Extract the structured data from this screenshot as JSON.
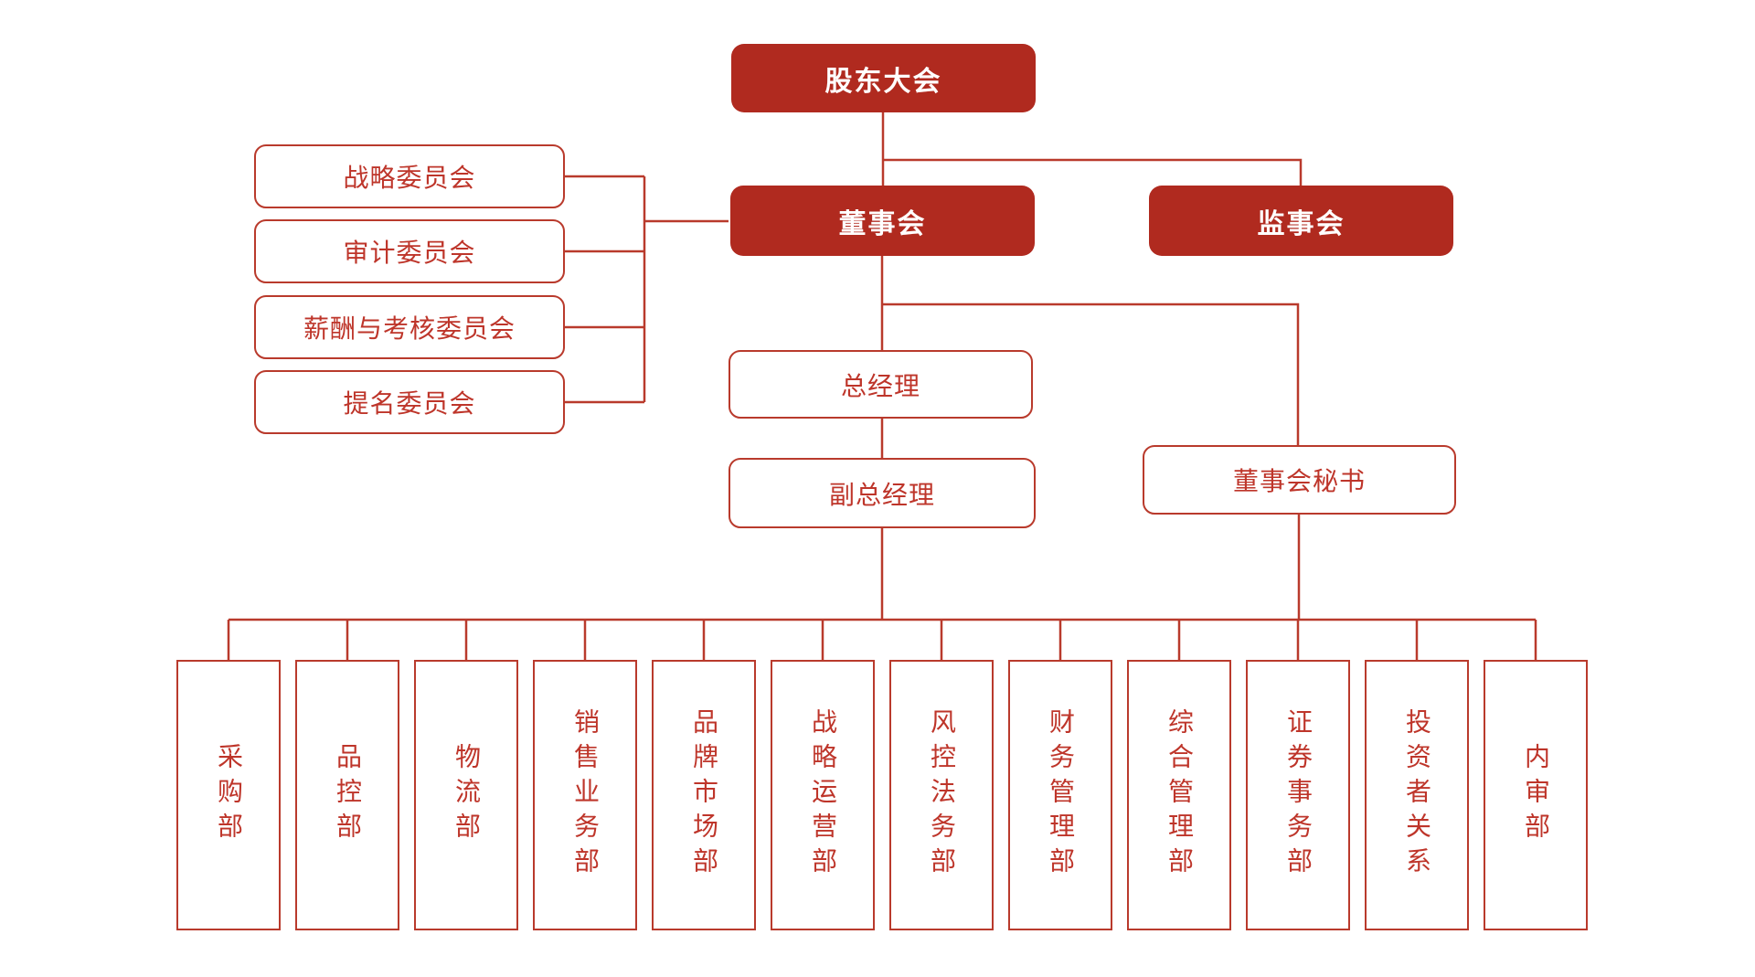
{
  "diagram_type": "org-chart",
  "colors": {
    "box_fill": "#b02a1f",
    "line": "#b93a2c",
    "text_accent": "#be352a",
    "text_on_fill": "#ffffff",
    "background": "#ffffff"
  },
  "nodes": {
    "shareholders": {
      "label": "股东大会"
    },
    "board": {
      "label": "董事会"
    },
    "supervisory": {
      "label": "监事会"
    },
    "committees": [
      {
        "label": "战略委员会"
      },
      {
        "label": "审计委员会"
      },
      {
        "label": "薪酬与考核委员会"
      },
      {
        "label": "提名委员会"
      }
    ],
    "general_manager": {
      "label": "总经理"
    },
    "deputy_general_manager": {
      "label": "副总经理"
    },
    "board_secretary": {
      "label": "董事会秘书"
    },
    "departments": [
      {
        "label": "采购部"
      },
      {
        "label": "品控部"
      },
      {
        "label": "物流部"
      },
      {
        "label": "销售业务部"
      },
      {
        "label": "品牌市场部"
      },
      {
        "label": "战略运营部"
      },
      {
        "label": "风控法务部"
      },
      {
        "label": "财务管理部"
      },
      {
        "label": "综合管理部"
      },
      {
        "label": "证券事务部"
      },
      {
        "label": "投资者关系"
      },
      {
        "label": "内审部"
      }
    ]
  }
}
